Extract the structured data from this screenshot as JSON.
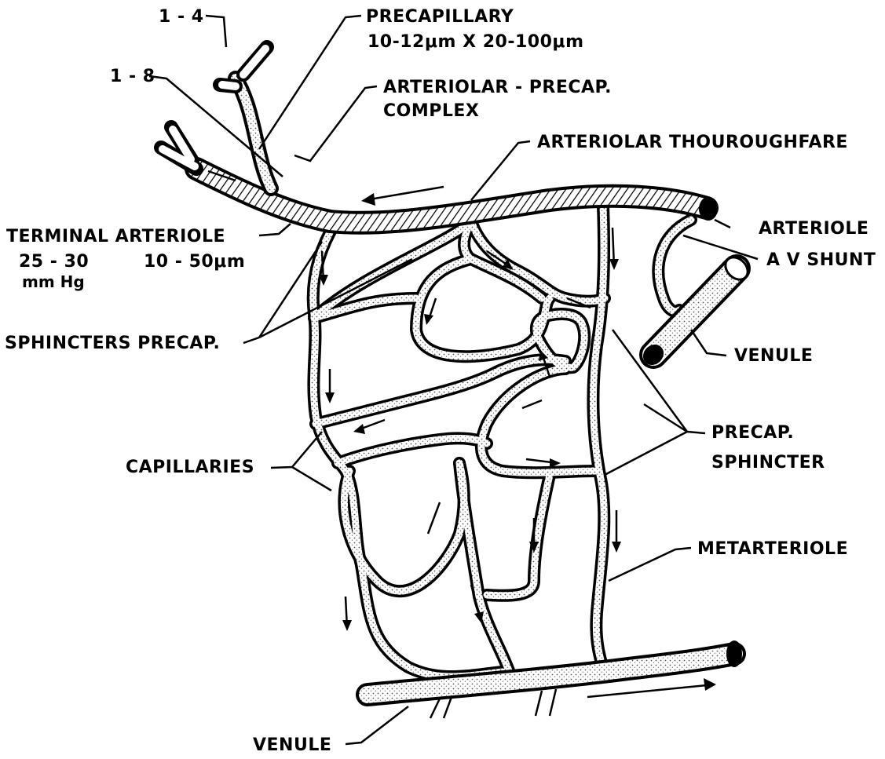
{
  "labels": {
    "l_1_4": "1 - 4",
    "l_1_8": "1 - 8",
    "precapillary_title": "PRECAPILLARY",
    "precapillary_size": "10-12μm X 20-100μm",
    "arteriolar_precap_1": "ARTERIOLAR - PRECAP.",
    "arteriolar_precap_2": "COMPLEX",
    "arteriolar_thoroughfare": "ARTERIOLAR THOUROUGHFARE",
    "terminal_arteriole": "TERMINAL  ARTERIOLE",
    "pressure_value": "25 - 30",
    "pressure_unit": "mm Hg",
    "diameter": "10 - 50μm",
    "arteriole": "ARTERIOLE",
    "av_shunt": "A V  SHUNT",
    "sphincters_precap": "SPHINCTERS  PRECAP.",
    "venule_right": "VENULE",
    "capillaries": "CAPILLARIES",
    "precap_sphincter_1": "PRECAP.",
    "precap_sphincter_2": "SPHINCTER",
    "metarteriole": "METARTERIOLE",
    "venule_bottom": "VENULE"
  },
  "colors": {
    "ink": "#000000",
    "paper": "#ffffff",
    "stipple": "#c8c8c8"
  }
}
